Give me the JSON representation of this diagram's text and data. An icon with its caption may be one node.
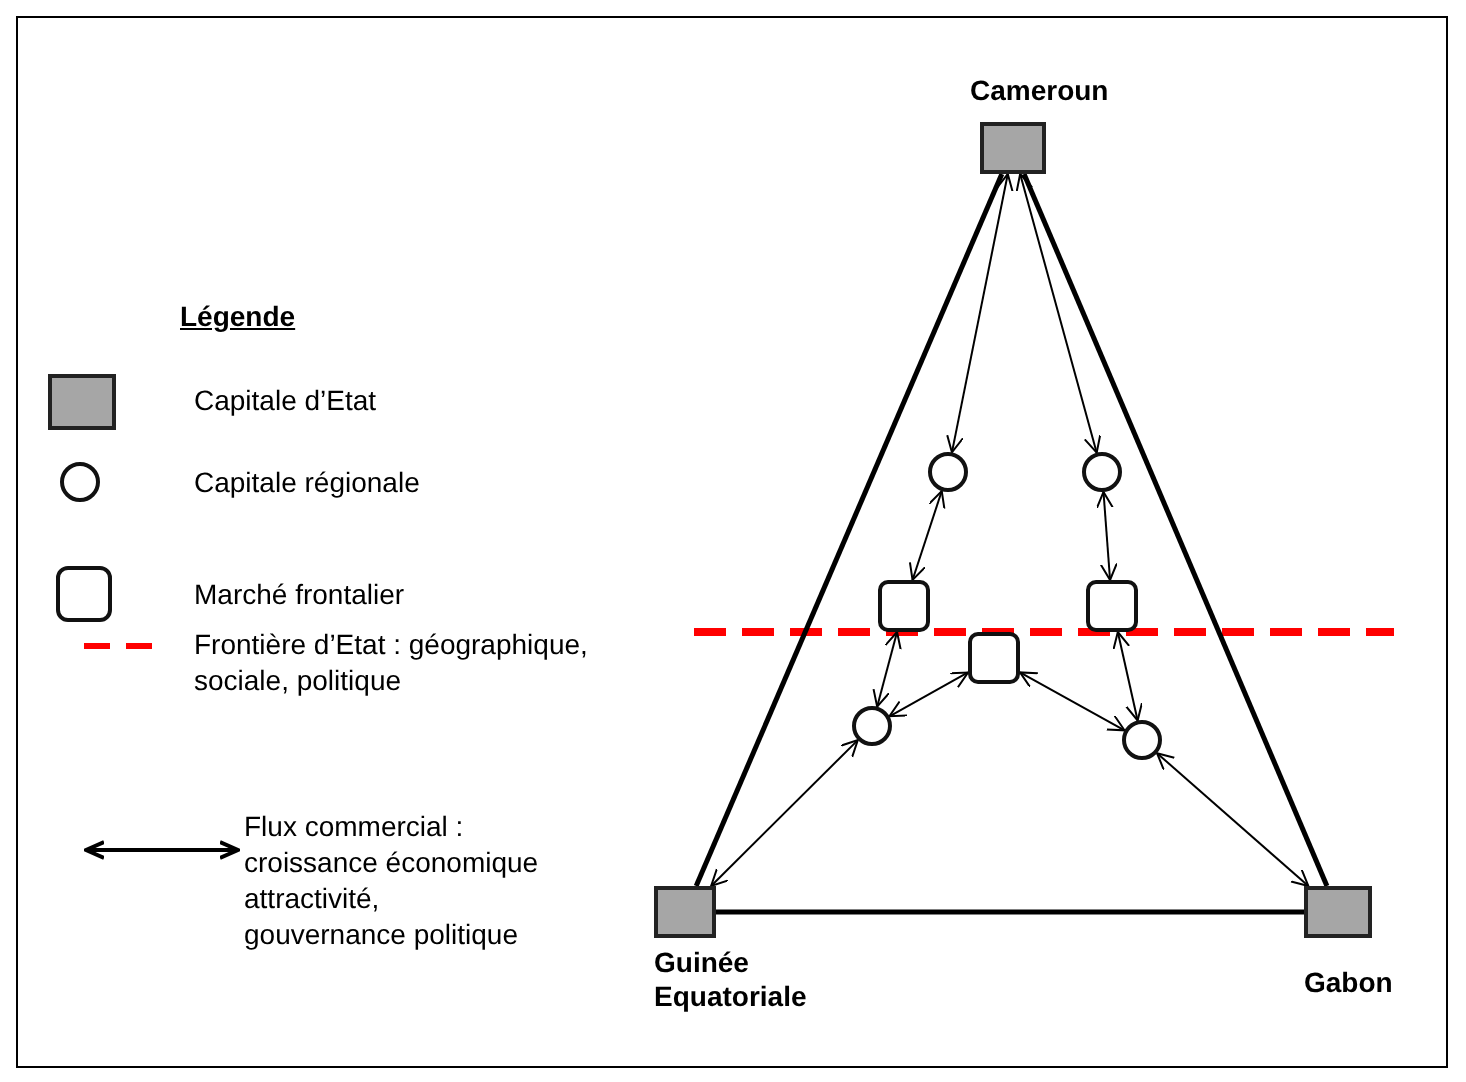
{
  "diagram": {
    "nodes": [
      {
        "text": [
          "Cameroun"
        ]
      },
      {
        "text": [
          "Guinée Equatoriale"
        ]
      },
      {
        "text": [
          "Gabon"
        ]
      },
      {
        "text": [],
        "shape": "circle"
      },
      {
        "text": [],
        "shape": "circle"
      },
      {
        "text": [],
        "shape": "box"
      },
      {
        "text": [],
        "shape": "box"
      },
      {
        "text": [],
        "shape": "box"
      },
      {
        "text": [],
        "shape": "circle"
      },
      {
        "text": [],
        "shape": "circle"
      }
    ],
    "edges": [
      {
        "from": 0,
        "to": 1,
        "arrow": "none",
        "style": "thick"
      },
      {
        "from": 0,
        "to": 2,
        "arrow": "none",
        "style": "thick"
      },
      {
        "from": 1,
        "to": 2,
        "arrow": "none",
        "style": "thick"
      },
      {
        "from": 0,
        "to": 3,
        "arrow": "both"
      },
      {
        "from": 0,
        "to": 4,
        "arrow": "both"
      },
      {
        "from": 3,
        "to": 5,
        "arrow": "both"
      },
      {
        "from": 4,
        "to": 6,
        "arrow": "both"
      },
      {
        "from": 5,
        "to": 8,
        "arrow": "both"
      },
      {
        "from": 6,
        "to": 9,
        "arrow": "both"
      },
      {
        "from": 8,
        "to": 7,
        "arrow": "both"
      },
      {
        "from": 7,
        "to": 9,
        "arrow": "both"
      },
      {
        "from": 8,
        "to": 1,
        "arrow": "both"
      },
      {
        "from": 9,
        "to": 2,
        "arrow": "both"
      }
    ],
    "labels": [
      "Légende"
    ],
    "legend": [
      {
        "text": "Capitale d’Etat"
      },
      {
        "text": "Capitale régionale"
      },
      {
        "text": "Marché frontalier"
      },
      {
        "text": "Frontière d’Etat : géographique, sociale, politique"
      },
      {
        "text": "Flux commercial : croissance économique attractivité, gouvernance politique"
      }
    ]
  }
}
